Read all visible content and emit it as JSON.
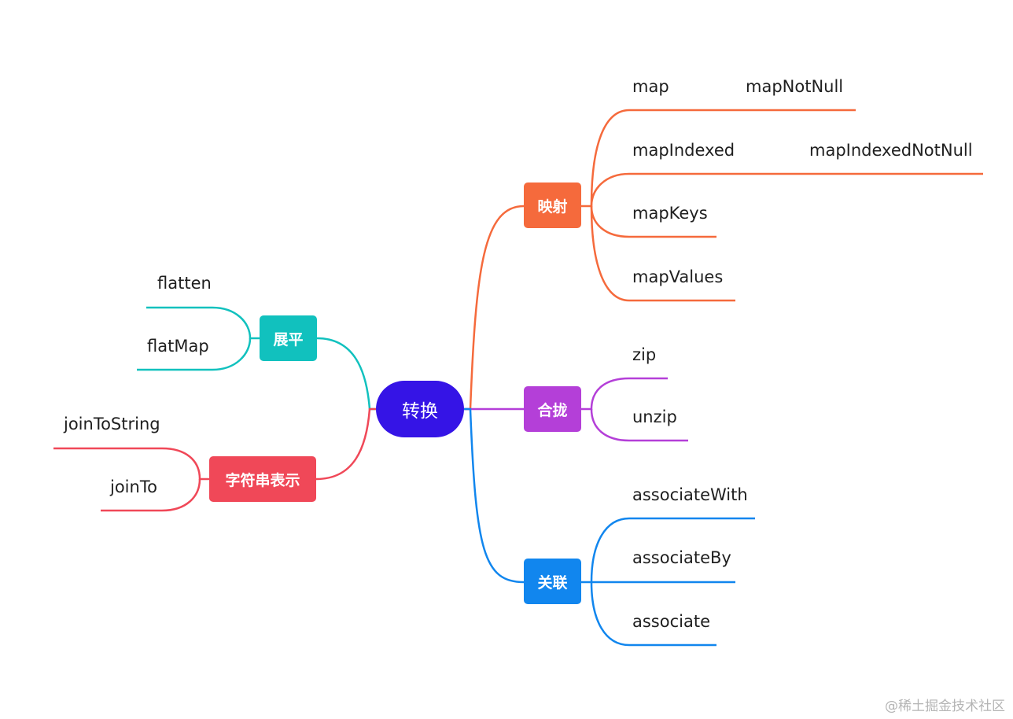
{
  "root": {
    "label": "转换",
    "color": "#3514E6"
  },
  "branches": {
    "mapping": {
      "label": "映射",
      "color": "#F56A3C"
    },
    "zipping": {
      "label": "合拢",
      "color": "#B43FD8"
    },
    "associate": {
      "label": "关联",
      "color": "#1186EE"
    },
    "flatten": {
      "label": "展平",
      "color": "#11C1BE"
    },
    "string": {
      "label": "字符串表示",
      "color": "#F04858"
    }
  },
  "leaves": {
    "map": "map",
    "mapNotNull": "mapNotNull",
    "mapIndexed": "mapIndexed",
    "mapIndexedNotNull": "mapIndexedNotNull",
    "mapKeys": "mapKeys",
    "mapValues": "mapValues",
    "zip": "zip",
    "unzip": "unzip",
    "associateWith": "associateWith",
    "associateBy": "associateBy",
    "associate": "associate",
    "flatten": "flatten",
    "flatMap": "flatMap",
    "joinToString": "joinToString",
    "joinTo": "joinTo"
  },
  "watermark": "@稀土掘金技术社区"
}
